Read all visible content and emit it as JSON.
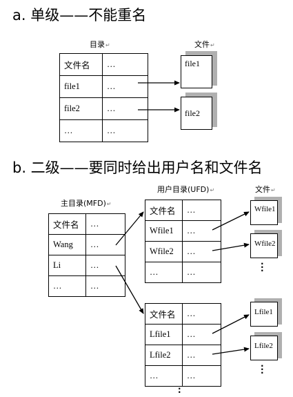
{
  "section_a": {
    "heading": "a.  单级——不能重名",
    "directory_caption": "目录",
    "file_caption": "文件",
    "rows": [
      {
        "name": "文件名",
        "ptr": "…"
      },
      {
        "name": "file1",
        "ptr": "…"
      },
      {
        "name": "file2",
        "ptr": "…"
      },
      {
        "name": "…",
        "ptr": "…"
      }
    ],
    "files": [
      "file1",
      "file2"
    ]
  },
  "section_b": {
    "heading": "b.  二级——要同时给出用户名和文件名",
    "mfd_caption": "主目录(MFD)",
    "ufd_caption": "用户目录(UFD)",
    "file_caption": "文件",
    "mfd_rows": [
      {
        "name": "文件名",
        "ptr": "…"
      },
      {
        "name": "Wang",
        "ptr": "…"
      },
      {
        "name": "Li",
        "ptr": "…"
      },
      {
        "name": "…",
        "ptr": "…"
      }
    ],
    "ufd_wang_rows": [
      {
        "name": "文件名",
        "ptr": "…"
      },
      {
        "name": "Wfile1",
        "ptr": "…"
      },
      {
        "name": "Wfile2",
        "ptr": "…"
      },
      {
        "name": "…",
        "ptr": "…"
      }
    ],
    "ufd_li_rows": [
      {
        "name": "文件名",
        "ptr": "…"
      },
      {
        "name": "Lfile1",
        "ptr": "…"
      },
      {
        "name": "Lfile2",
        "ptr": "…"
      },
      {
        "name": "…",
        "ptr": "…"
      }
    ],
    "wang_files": [
      "Wfile1",
      "Wfile2"
    ],
    "li_files": [
      "Lfile1",
      "Lfile2"
    ]
  }
}
